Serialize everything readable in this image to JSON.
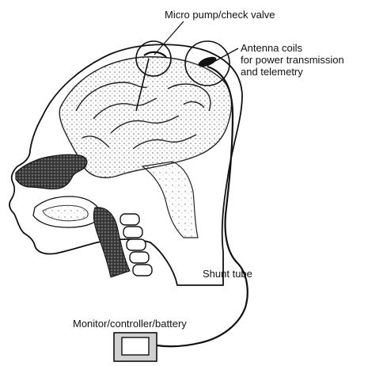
{
  "labels": {
    "pump": "Micro pump/check valve",
    "antenna_line1": "Antenna coils",
    "antenna_line2": "for power transmission",
    "antenna_line3": "and telemetry",
    "shunt": "Shunt tube",
    "monitor": "Monitor/controller/battery"
  },
  "colors": {
    "ink": "#111111",
    "tissue": "#555555",
    "bone": "#ffffff",
    "background": "#ffffff"
  }
}
